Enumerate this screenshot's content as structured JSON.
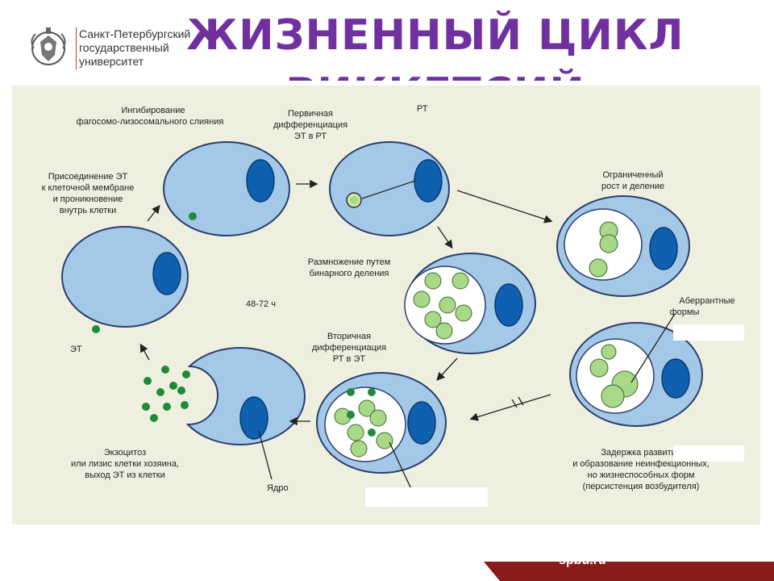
{
  "slide": {
    "title": "ЖИЗНЕННЫЙ ЦИКЛ РИККЕТСИЙ",
    "logo": {
      "lines": [
        "Санкт-Петербургский",
        "государственный",
        "университет"
      ],
      "emblem": "university-crest-icon"
    },
    "footer": "spbu.ru"
  },
  "diagram": {
    "labels": {
      "inhibition": [
        "Ингибирование",
        "фагосомо-лизосомального слияния"
      ],
      "primary": [
        "Первичная",
        "дифференциация",
        "ЭТ в РТ"
      ],
      "rt": "РТ",
      "attachment": [
        "Присоединение ЭТ",
        "к клеточной мембране",
        "и проникновение",
        "внутрь клетки"
      ],
      "limited": [
        "Ограниченный",
        "рост и деление"
      ],
      "reproduction": [
        "Размножение путем",
        "бинарного деления"
      ],
      "time": "48-72 ч",
      "aberrant": [
        "Аберрантные",
        "формы"
      ],
      "et": "ЭТ",
      "secondary": [
        "Вторичная",
        "дифференциация",
        "РТ в ЭТ"
      ],
      "exocytosis": [
        "Экзоцитоз",
        "или лизис клетки хозяина,",
        "выход ЭТ из клетки"
      ],
      "nucleus": "Ядро",
      "delay": [
        "Задержка развития",
        "и образование неинфекционных,",
        "но жизнеспособных форм",
        "(персистенция возбудителя)"
      ]
    },
    "colors": {
      "background": "#efefe0",
      "cell": "#a4c8e8",
      "cell_border": "#2a3f6a",
      "nucleus": "#1060b0",
      "vacuole": "#ffffff",
      "rt_body": "#a8d888",
      "et_body": "#1e8a3a",
      "title": "#7030a0",
      "footer_bar": "#8b1a1a"
    }
  }
}
